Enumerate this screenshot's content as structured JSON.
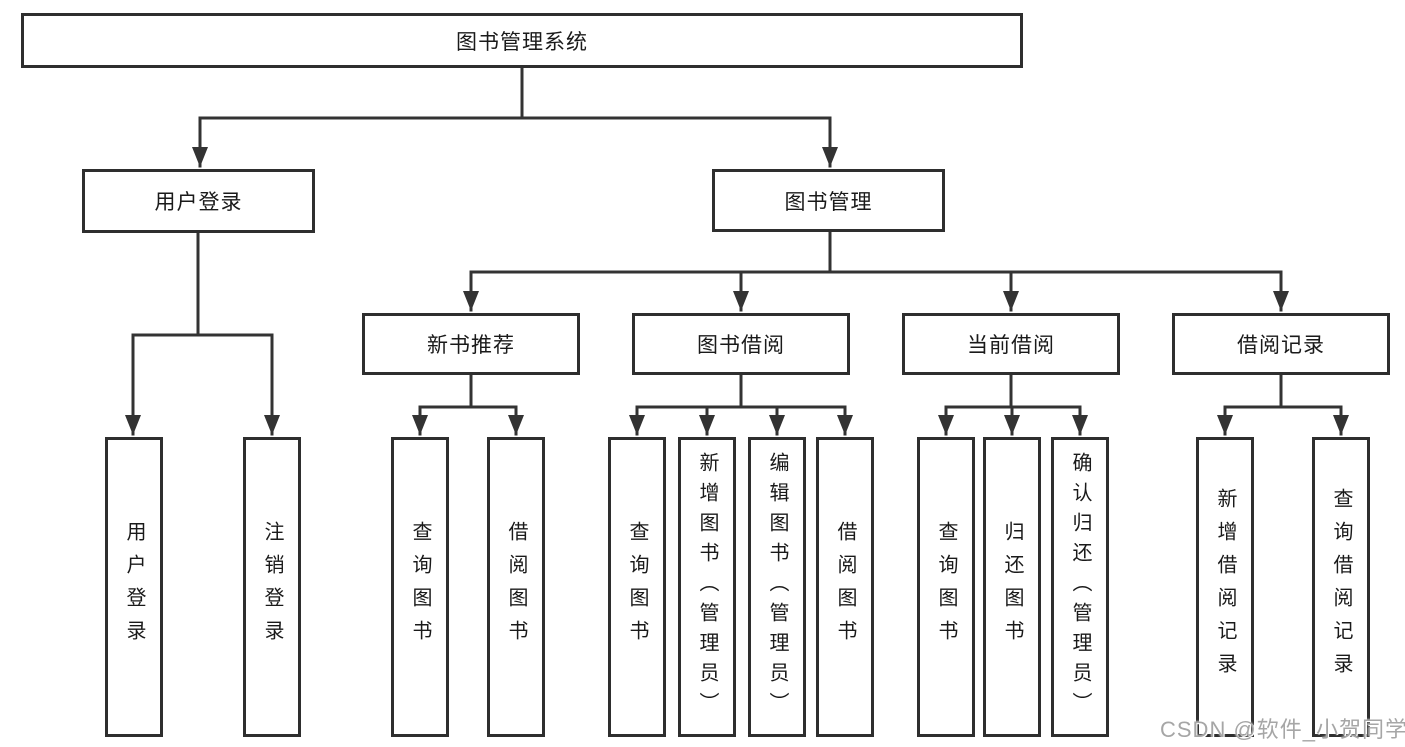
{
  "tree": {
    "root": {
      "label": "图书管理系统",
      "children": [
        {
          "label": "用户登录",
          "children": [
            {
              "label": "用户登录"
            },
            {
              "label": "注销登录"
            }
          ]
        },
        {
          "label": "图书管理",
          "children": [
            {
              "label": "新书推荐",
              "children": [
                {
                  "label": "查询图书"
                },
                {
                  "label": "借阅图书"
                }
              ]
            },
            {
              "label": "图书借阅",
              "children": [
                {
                  "label": "查询图书"
                },
                {
                  "label": "新增图书（管理员）"
                },
                {
                  "label": "编辑图书（管理员）"
                },
                {
                  "label": "借阅图书"
                }
              ]
            },
            {
              "label": "当前借阅",
              "children": [
                {
                  "label": "查询图书"
                },
                {
                  "label": "归还图书"
                },
                {
                  "label": "确认归还（管理员）"
                }
              ]
            },
            {
              "label": "借阅记录",
              "children": [
                {
                  "label": "新增借阅记录"
                },
                {
                  "label": "查询借阅记录"
                }
              ]
            }
          ]
        }
      ]
    }
  },
  "watermark": {
    "text": "CSDN @软件_小贺同学"
  },
  "colors": {
    "line": "#333333",
    "border": "#2e2e2e",
    "text": "#1a1a1a",
    "watermark": "#a6a6a6"
  }
}
